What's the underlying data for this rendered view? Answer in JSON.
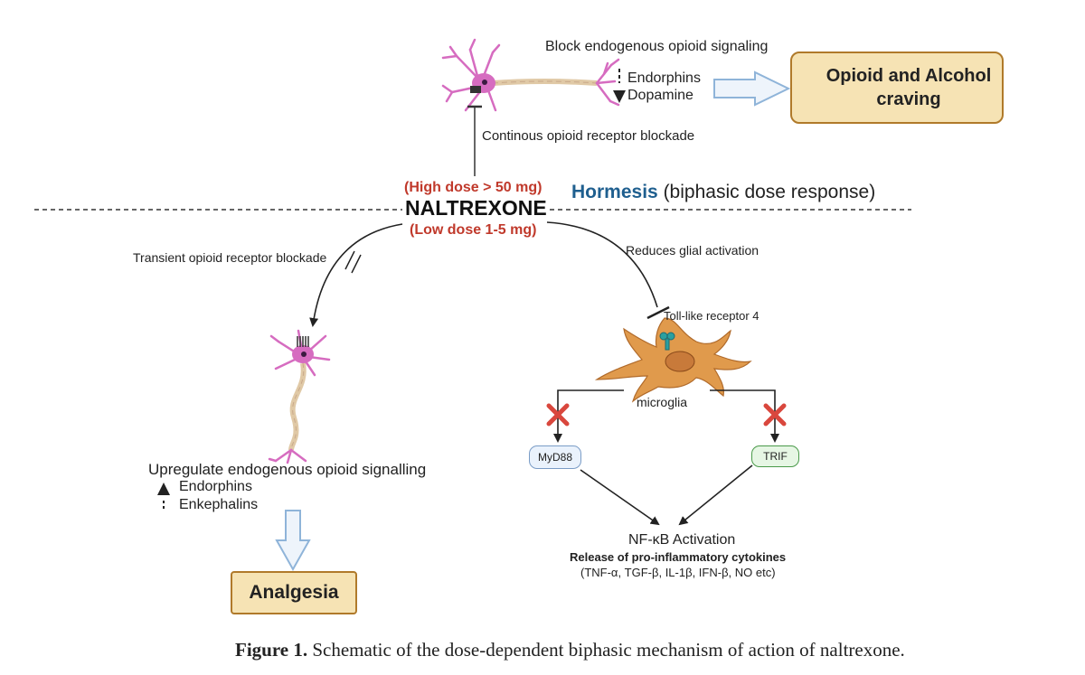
{
  "top_caption": "Block endogenous opioid signaling",
  "endorphins_top": "Endorphins",
  "dopamine": "Dopamine",
  "craving_line1": "Opioid and Alcohol",
  "craving_line2": "craving",
  "continuous_blockade": "Continous opioid receptor blockade",
  "high_dose": "(High dose > 50 mg)",
  "drug_name": "NALTREXONE",
  "low_dose": "(Low dose 1-5 mg)",
  "hormesis": "Hormesis",
  "hormesis_note": "(biphasic dose response)",
  "transient_blockade": "Transient opioid receptor blockade",
  "glial": "Reduces glial activation",
  "tlr4": "Toll-like receptor 4",
  "microglia": "microglia",
  "myd88": "MyD88",
  "trif": "TRIF",
  "upregulate": "Upregulate endogenous opioid signalling",
  "endorphins_bottom": "Endorphins",
  "enkephalins": "Enkephalins",
  "nfkb": "NF-κB Activation",
  "release": "Release of pro-inflammatory cytokines",
  "cytokines": "(TNF-α, TGF-β, IL-1β, IFN-β, NO etc)",
  "analgesia": "Analgesia",
  "figure_label": "Figure 1.",
  "figure_caption": "Schematic of the dose-dependent biphasic mechanism of action of naltrexone.",
  "colors": {
    "dose_red": "#c0392b",
    "hormesis_blue": "#1f5f8f",
    "box_fill": "#f6e3b4",
    "box_border": "#b07a2a",
    "neuron_pink": "#d66cc0",
    "axon_tan": "#e0c9a6",
    "microglia_orange": "#e09a4c",
    "teal_arrow": "#1d6b72",
    "light_blue": "#8fb4d9"
  }
}
